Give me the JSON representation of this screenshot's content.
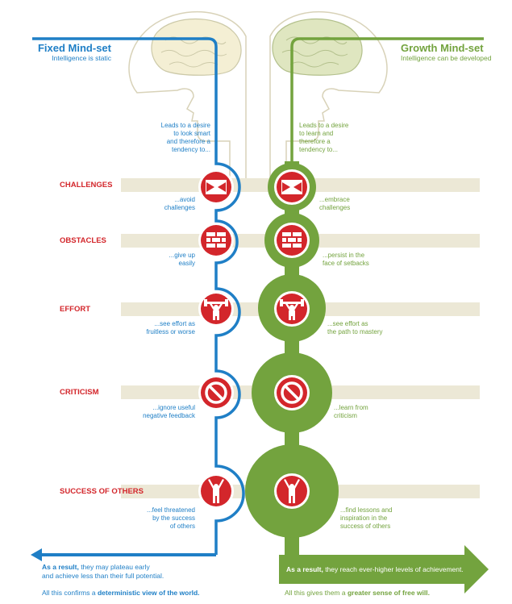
{
  "fixed": {
    "title": "Fixed Mind-set",
    "subtitle": "Intelligence is static",
    "intro": [
      "Leads to a desire",
      "to look smart",
      "and therefore a",
      "tendency to..."
    ],
    "result_lead": "As a result,",
    "result_rest": " they may plateau early",
    "result_line2": "and achieve less than their full potential.",
    "confirm_lead": "All this confirms a ",
    "confirm_bold": "deterministic view of the world."
  },
  "growth": {
    "title": "Growth Mind-set",
    "subtitle": "Intelligence can be developed",
    "intro": [
      "Leads to a desire",
      "to learn and",
      "therefore a",
      "tendency to..."
    ],
    "result_lead": "As a result,",
    "result_rest": " they reach ever-higher levels of achievement.",
    "confirm_lead": "All this gives them a ",
    "confirm_bold": "greater sense of free will."
  },
  "rows": [
    {
      "category": "CHALLENGES",
      "icon": "arrows-inward-icon",
      "fixed": [
        "...avoid",
        "challenges"
      ],
      "growth": [
        "...embrace",
        "challenges"
      ]
    },
    {
      "category": "OBSTACLES",
      "icon": "brick-wall-icon",
      "fixed": [
        "...give up",
        "easily"
      ],
      "growth": [
        "...persist in the",
        "face of setbacks"
      ]
    },
    {
      "category": "EFFORT",
      "icon": "weightlifter-icon",
      "fixed": [
        "...see effort as",
        "fruitless or worse"
      ],
      "growth": [
        "...see effort as",
        "the path to mastery"
      ]
    },
    {
      "category": "CRITICISM",
      "icon": "prohibited-icon",
      "fixed": [
        "...ignore useful",
        "negative feedback"
      ],
      "growth": [
        "...learn from",
        "criticism"
      ]
    },
    {
      "category": "SUCCESS OF OTHERS",
      "icon": "raised-arms-person-icon",
      "fixed": [
        "...feel threatened",
        "by the success",
        "of others"
      ],
      "growth": [
        "...find lessons and",
        "inspiration in the",
        "success of others"
      ]
    }
  ],
  "colors": {
    "fixed": "#1f7fc6",
    "growth": "#73a33e",
    "accent": "#d3262b",
    "band": "#ece8d6",
    "brain": "#f4efd4"
  }
}
